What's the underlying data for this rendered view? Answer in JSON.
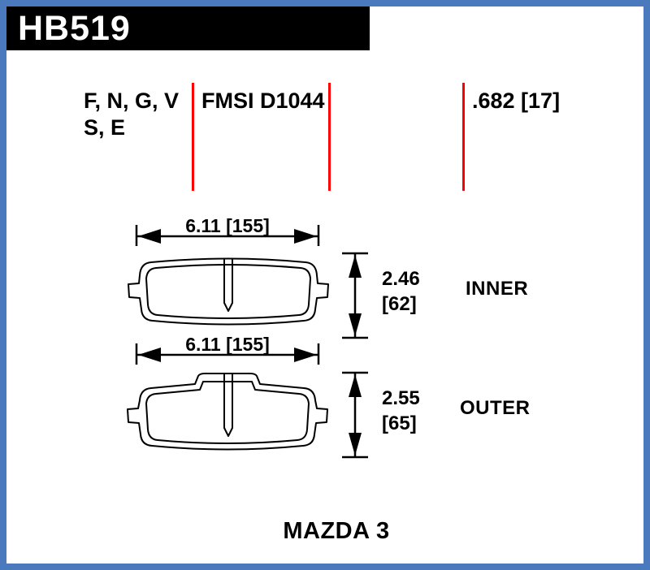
{
  "colors": {
    "border_blue": "#4a79bd",
    "accent_red": "#fe0000",
    "header_bg": "#000000"
  },
  "header": {
    "part_number": "HB519"
  },
  "spec_row": {
    "compounds_line1": "F, N, G, V",
    "compounds_line2": "S, E",
    "fmsi": "FMSI D1044",
    "thickness": ".682 [17]"
  },
  "pads": {
    "inner": {
      "width": "6.11 [155]",
      "thickness_in": "2.46",
      "thickness_mm": "[62]",
      "label": "INNER"
    },
    "outer": {
      "width": "6.11 [155]",
      "thickness_in": "2.55",
      "thickness_mm": "[65]",
      "label": "OUTER"
    }
  },
  "footer": {
    "vehicle": "MAZDA 3"
  }
}
